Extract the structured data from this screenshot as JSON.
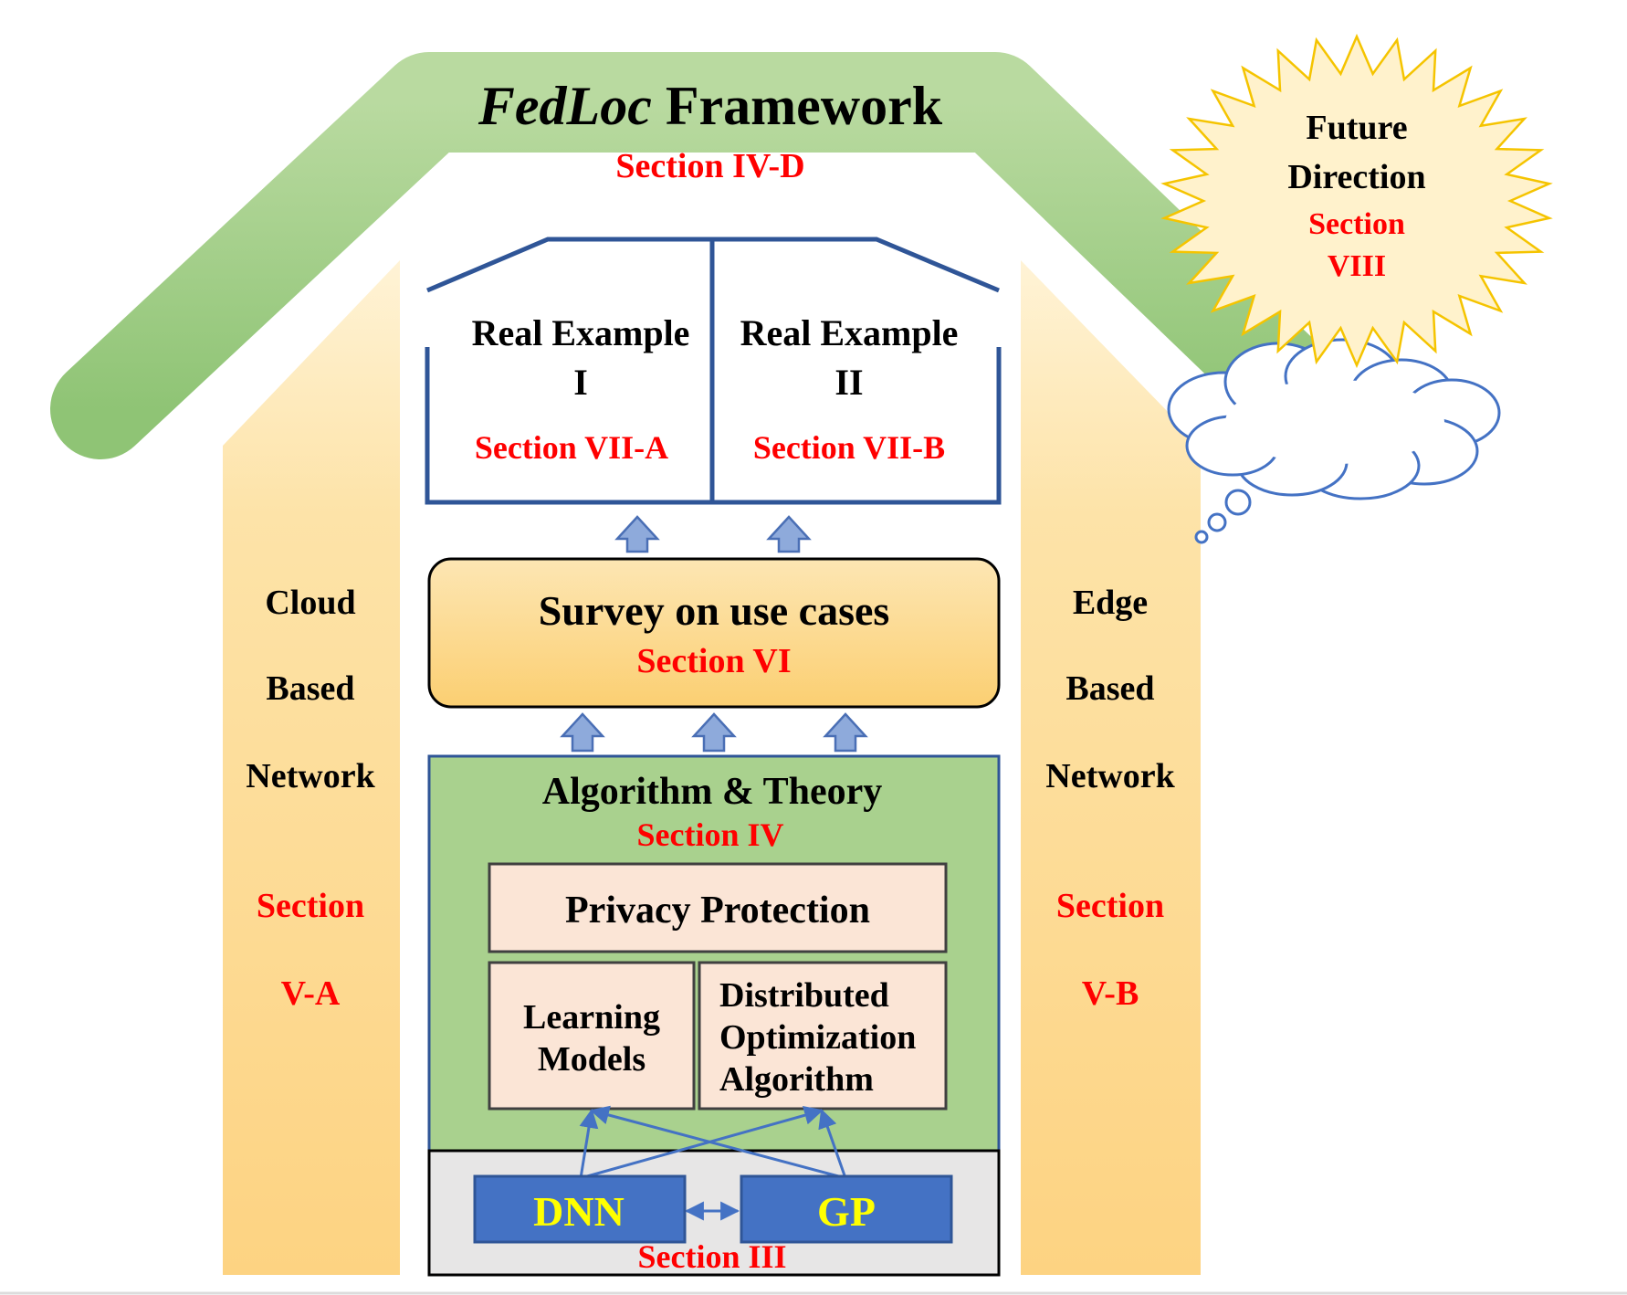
{
  "roof": {
    "title_italic": "FedLoc",
    "title_rest": " Framework",
    "section": "Section IV-D"
  },
  "future": {
    "line1": "Future",
    "line2": "Direction",
    "section1": "Section",
    "section2": "VIII"
  },
  "left_pillar": {
    "line1": "Cloud",
    "line2": "Based",
    "line3": "Network",
    "section1": "Section",
    "section2": "V-A"
  },
  "right_pillar": {
    "line1": "Edge",
    "line2": "Based",
    "line3": "Network",
    "section1": "Section",
    "section2": "V-B"
  },
  "example1": {
    "line1": "Real Example",
    "line2": "I",
    "section": "Section VII-A"
  },
  "example2": {
    "line1": "Real Example",
    "line2": "II",
    "section": "Section VII-B"
  },
  "survey": {
    "title": "Survey on use cases",
    "section": "Section VI"
  },
  "algorithm": {
    "title": "Algorithm & Theory",
    "section": "Section IV"
  },
  "privacy": {
    "label": "Privacy Protection"
  },
  "learning": {
    "line1": "Learning",
    "line2": "Models"
  },
  "distributed": {
    "line1": "Distributed",
    "line2": "Optimization",
    "line3": "Algorithm"
  },
  "base": {
    "dnn": "DNN",
    "gp": "GP",
    "section": "Section III"
  },
  "colors": {
    "section_red": "#ff0000",
    "roof_green": "#a9d18e",
    "pillar_orange": "#fdd382",
    "box_blue": "#2f5597",
    "peach": "#fbe5d6",
    "dnn_blue": "#4472c4",
    "dnn_text": "#ffff00"
  }
}
